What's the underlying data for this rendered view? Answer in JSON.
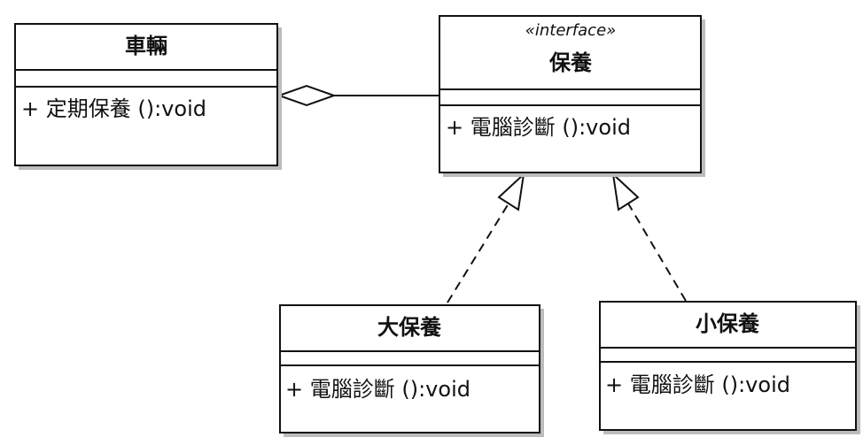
{
  "diagram": {
    "classes": {
      "vehicle": {
        "name": "車輛",
        "operations": [
          "+ 定期保養 ():void"
        ]
      },
      "maintenance": {
        "stereotype": "«interface»",
        "name": "保養",
        "operations": [
          "+ 電腦診斷 ():void"
        ]
      },
      "major_maintenance": {
        "name": "大保養",
        "operations": [
          "+ 電腦診斷 ():void"
        ]
      },
      "minor_maintenance": {
        "name": "小保養",
        "operations": [
          "+ 電腦診斷 ():void"
        ]
      }
    },
    "relationships": [
      {
        "type": "aggregation",
        "from": "maintenance",
        "to": "vehicle"
      },
      {
        "type": "realization",
        "from": "major_maintenance",
        "to": "maintenance"
      },
      {
        "type": "realization",
        "from": "minor_maintenance",
        "to": "maintenance"
      }
    ]
  }
}
